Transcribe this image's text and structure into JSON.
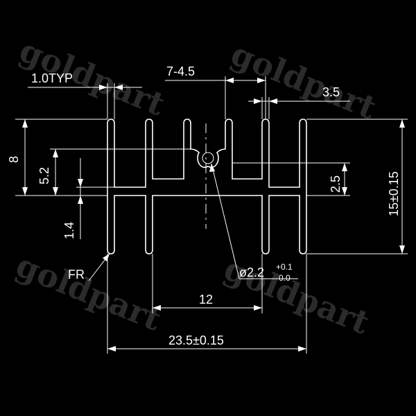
{
  "watermark": {
    "text": "goldpart"
  },
  "dimensions": {
    "fin_thickness": "1.0TYP",
    "fin_pitch": "7-4.5",
    "fin_gap": "3.5",
    "overall_height_left": "8",
    "slot_depth": "5.2",
    "base_thickness": "1.4",
    "right_height": "2.5",
    "total_height": "15±0.15",
    "fillet": "FR",
    "hole_dia": "ø2.2",
    "hole_tol_plus": "+0.1",
    "hole_tol_minus": "-0.0",
    "inner_width": "12",
    "total_width": "23.5±0.15"
  }
}
